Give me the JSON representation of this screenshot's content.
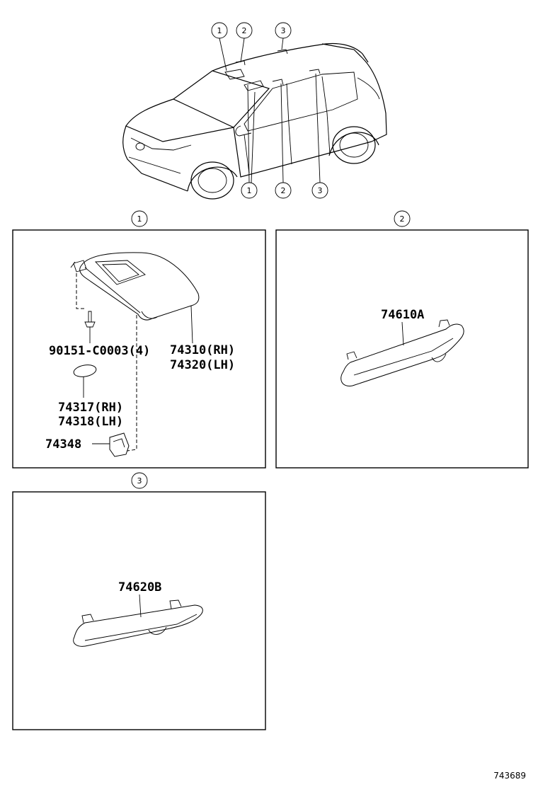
{
  "callouts": [
    "1",
    "2",
    "3"
  ],
  "panels": {
    "p1": {
      "number": "1",
      "parts": [
        "90151-C0003(4)",
        "74310(RH)",
        "74320(LH)",
        "74317(RH)",
        "74318(LH)",
        "74348"
      ]
    },
    "p2": {
      "number": "2",
      "parts": [
        "74610A"
      ]
    },
    "p3": {
      "number": "3",
      "parts": [
        "74620B"
      ]
    }
  },
  "figure_id": "743689"
}
